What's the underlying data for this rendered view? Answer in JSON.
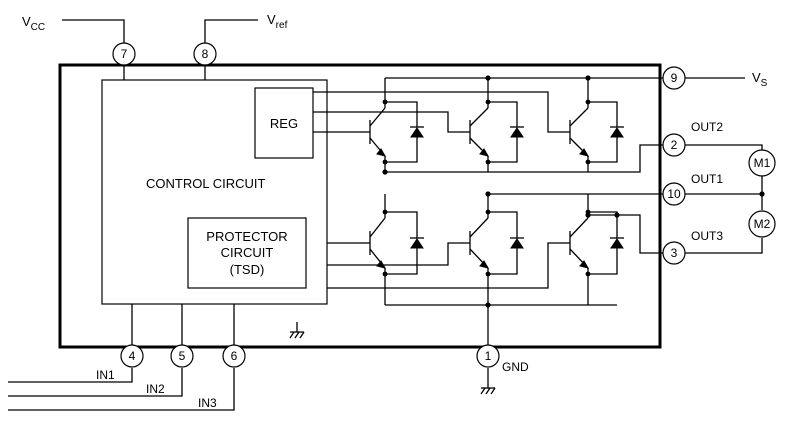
{
  "supplies": {
    "vcc": "V",
    "vcc_sub": "CC",
    "vref": "V",
    "vref_sub": "ref",
    "vs": "V",
    "vs_sub": "S"
  },
  "blocks": {
    "control": "CONTROL CIRCUIT",
    "reg": "REG",
    "protector_line1": "PROTECTOR",
    "protector_line2": "CIRCUIT",
    "protector_line3": "(TSD)"
  },
  "pins": {
    "p7": "7",
    "p8": "8",
    "p9": "9",
    "p2": "2",
    "p10": "10",
    "p3": "3",
    "p4": "4",
    "p5": "5",
    "p6": "6",
    "p1": "1"
  },
  "signals": {
    "out1": "OUT1",
    "out2": "OUT2",
    "out3": "OUT3",
    "in1": "IN1",
    "in2": "IN2",
    "in3": "IN3",
    "gnd": "GND"
  },
  "motors": {
    "m1": "M1",
    "m2": "M2"
  }
}
